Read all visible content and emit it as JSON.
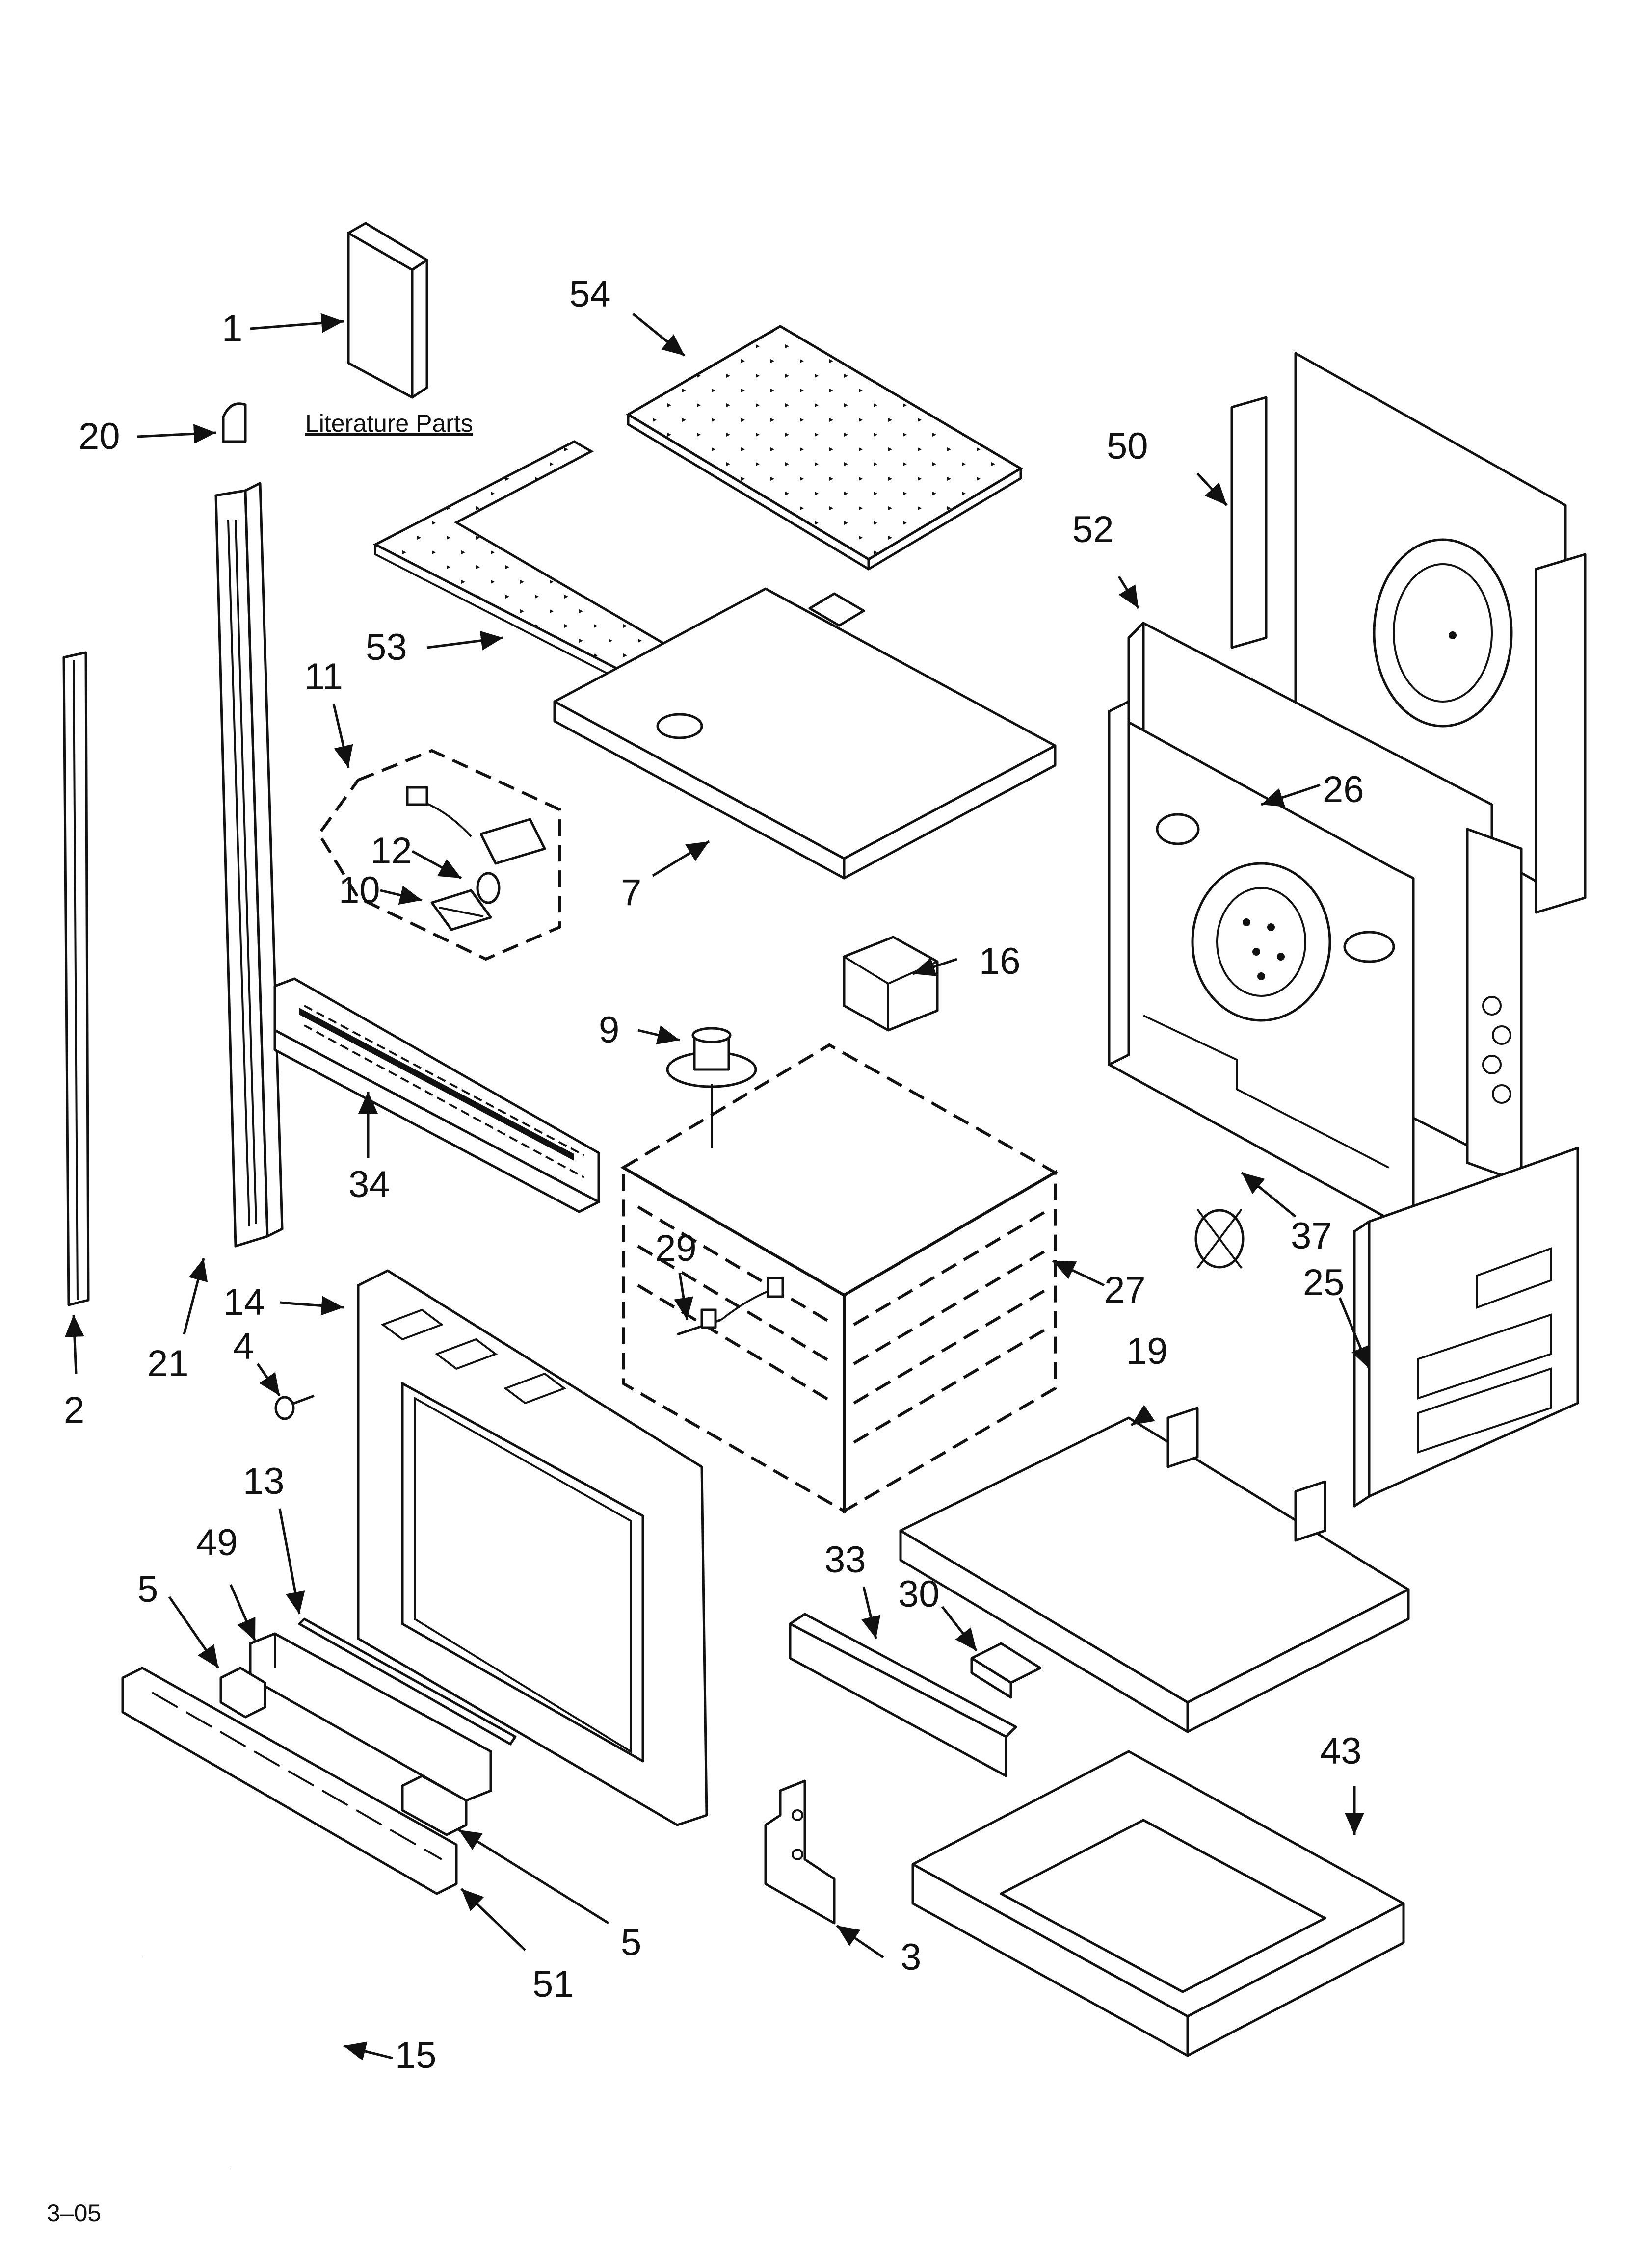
{
  "literature_label": "Literature Parts",
  "footer": {
    "code": "3–05"
  },
  "callouts": {
    "c1": "1",
    "c2": "2",
    "c3": "3",
    "c4": "4",
    "c5a": "5",
    "c5b": "5",
    "c7": "7",
    "c9": "9",
    "c10": "10",
    "c11": "11",
    "c12": "12",
    "c13": "13",
    "c14": "14",
    "c15": "15",
    "c16": "16",
    "c19": "19",
    "c20": "20",
    "c21": "21",
    "c25": "25",
    "c26": "26",
    "c27": "27",
    "c29": "29",
    "c30": "30",
    "c33": "33",
    "c34": "34",
    "c37": "37",
    "c43": "43",
    "c49": "49",
    "c50": "50",
    "c51": "51",
    "c52": "52",
    "c53": "53",
    "c54": "54"
  }
}
